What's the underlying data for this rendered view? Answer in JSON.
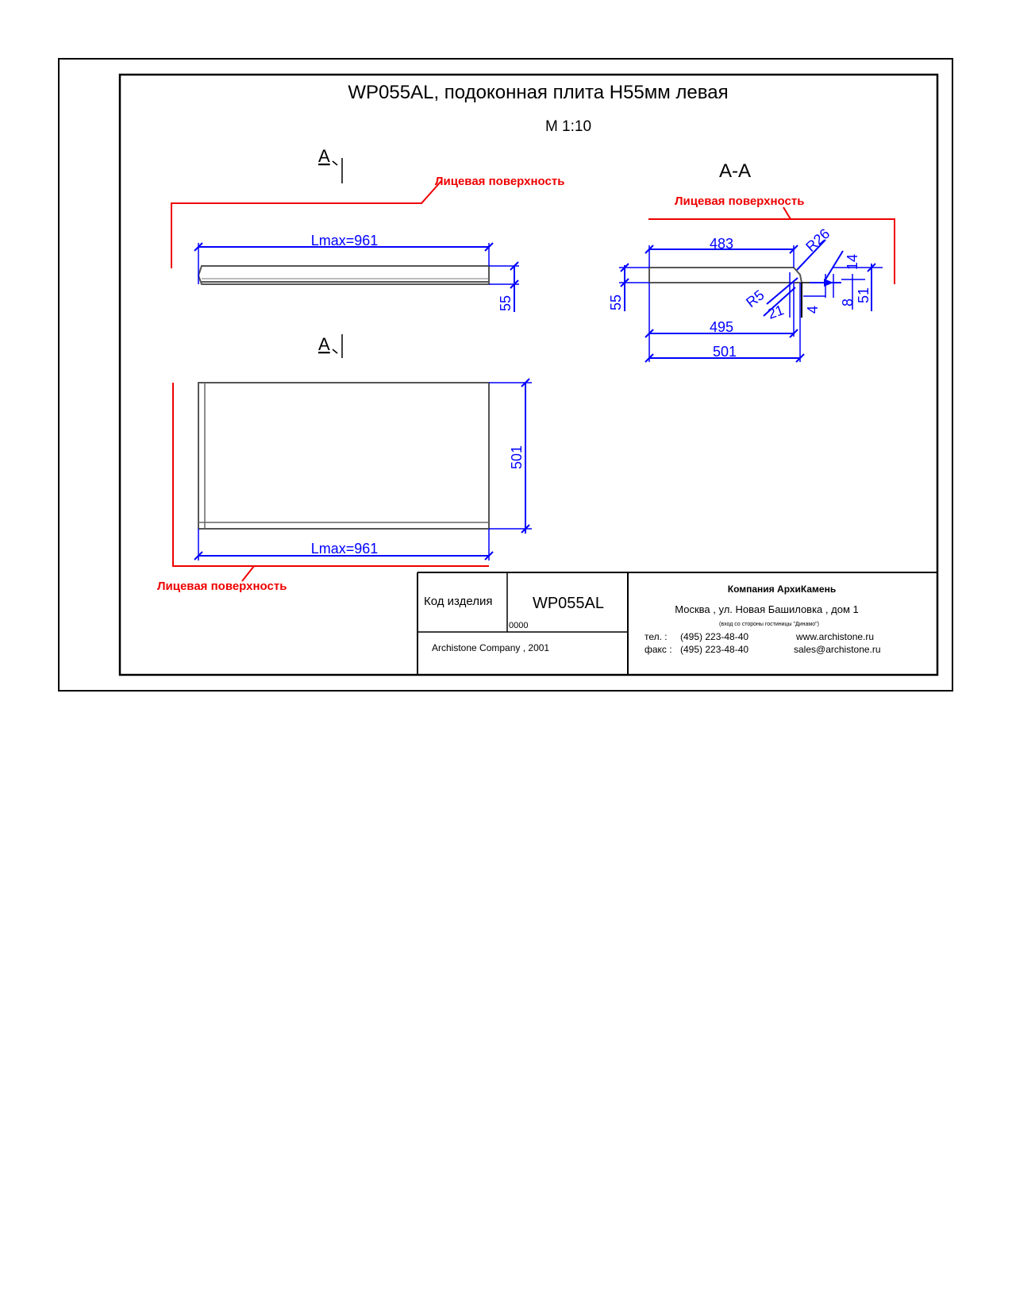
{
  "title": "WP055AL, подоконная плита Н55мм левая",
  "scale": "М 1:10",
  "section_marks": {
    "top": "А",
    "bottom": "А",
    "section_title": "А-А"
  },
  "face_label": "Лицевая поверхность",
  "dims": {
    "length_top": "Lmax=961",
    "length_bottom": "Lmax=961",
    "height_front": "55",
    "depth_plan": "501",
    "s_483": "483",
    "s_495": "495",
    "s_501": "501",
    "s_55": "55",
    "s_r26": "R26",
    "s_r5": "R5",
    "s_14": "14",
    "s_21": "21",
    "s_4": "4",
    "s_8": "8",
    "s_51": "51"
  },
  "title_block": {
    "code_label": "Код изделия",
    "code_value": "WP055AL",
    "code_sub": "0000",
    "company_year": "Archistone  Company ,  2001",
    "company_name": "Компания  АрхиКамень",
    "address": "Москва , ул. Новая Башиловка , дом 1",
    "entrance_note": "(вход со стороны гостиницы \"Динамо\")",
    "tel_label": "тел.   :",
    "tel_value": "(495) 223-48-40",
    "fax_label": "факс :",
    "fax_value": "(495) 223-48-40",
    "website": "www.archistone.ru",
    "email": "sales@archistone.ru"
  },
  "colors": {
    "dimension": "#0000ff",
    "face": "#ee0000",
    "outline": "#000000",
    "part": "#555555"
  }
}
